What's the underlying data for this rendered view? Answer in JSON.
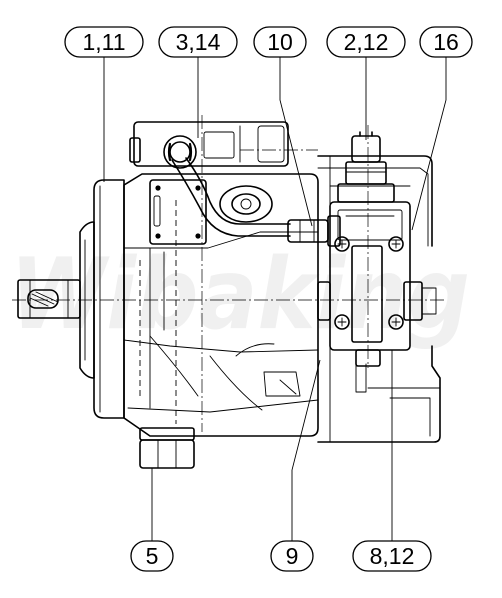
{
  "callouts": {
    "c1": {
      "label": "1,11"
    },
    "c2": {
      "label": "3,14"
    },
    "c3": {
      "label": "10"
    },
    "c4": {
      "label": "2,12"
    },
    "c5": {
      "label": "16"
    },
    "c6": {
      "label": "5"
    },
    "c7": {
      "label": "9"
    },
    "c8": {
      "label": "8,12"
    }
  },
  "watermark": {
    "text": "Wibaking"
  },
  "colors": {
    "line": "#000000",
    "background": "#ffffff",
    "watermark": "#b9b9b9"
  }
}
